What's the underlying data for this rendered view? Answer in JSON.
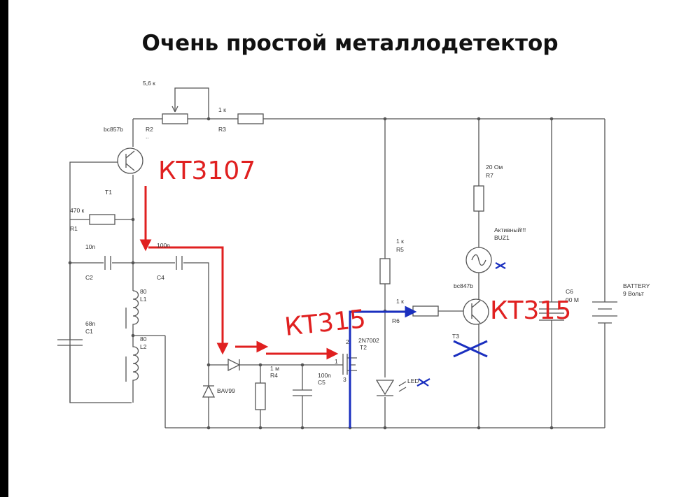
{
  "title": "Очень простой металлодетектор",
  "colors": {
    "wire": "#555555",
    "red": "#e02020",
    "blue": "#1a2fbf"
  },
  "labels": {
    "r2_value": "5,6 к",
    "r2": "R2",
    "r2_dots": "..",
    "r3_value": "1 к",
    "r3": "R3",
    "t1_part": "bc857b",
    "t1": "T1",
    "r1_value": "470 к",
    "r1": "R1",
    "c2_value": "10n",
    "c2": "C2",
    "c4_value": "100n",
    "c4": "C4",
    "l1_value": "80",
    "l1": "L1",
    "l2_value": "80",
    "l2": "L2",
    "c1_value": "68n",
    "c1": "C1",
    "d_part": "BAV99",
    "r4_value": "1 м",
    "r4": "R4",
    "c5_value": "100n",
    "c5": "C5",
    "t2_part": "2N7002",
    "t2": "T2",
    "t2_pin1": "1",
    "t2_pin2": "2",
    "t2_pin3": "3",
    "r5_value": "1 к",
    "r5": "R5",
    "r6_value": "1 к",
    "r6": "R6",
    "led": "LED",
    "t3_part": "bc847b",
    "t3": "T3",
    "r7_value": "20 Ом",
    "r7": "R7",
    "buz_note": "Активный!!!",
    "buz": "BUZ1",
    "c6": "C6",
    "c6_value": "00 М",
    "battery": "BATTERY",
    "battery_value": "9 Вольт"
  },
  "handwritten": {
    "t1_replacement": "КТ3107",
    "t2_replacement": "КТ315",
    "t3_replacement": "КТ315"
  }
}
